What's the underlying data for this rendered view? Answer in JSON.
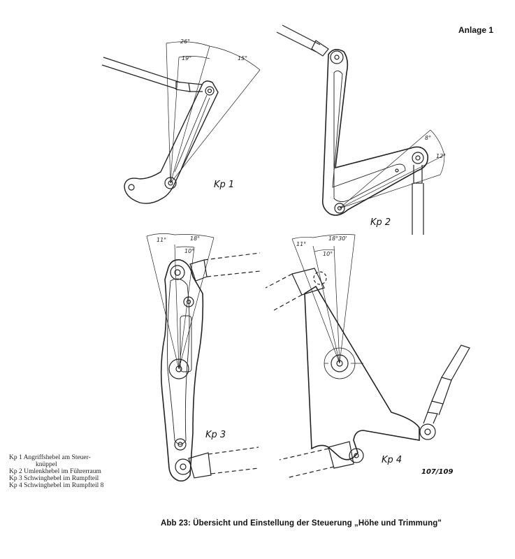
{
  "header": {
    "appendix": "Anlage 1"
  },
  "levers": [
    {
      "id": "Kp 1",
      "label": "Kp 1",
      "angles": [
        "26°",
        "19°",
        "15°"
      ]
    },
    {
      "id": "Kp 2",
      "label": "Kp 2",
      "angles": [
        "8°",
        "12°"
      ]
    },
    {
      "id": "Kp 3",
      "label": "Kp 3",
      "angles": [
        "11°",
        "18°",
        "10°"
      ]
    },
    {
      "id": "Kp 4",
      "label": "Kp 4",
      "angles": [
        "11°",
        "18°30'",
        "10°"
      ]
    }
  ],
  "legend": [
    "Kp 1 Angriffshebel am Steuer-",
    "knüppel",
    "Kp 2 Umlenkhebel im Führerraum",
    "Kp 3 Schwinghebel im Rumpfteil",
    "Kp 4 Schwinghebel im Rumpfteil 8"
  ],
  "page_number": "107/109",
  "caption": "Abb 23: Übersicht und Einstellung der Steuerung „Höhe und Trimmung\""
}
